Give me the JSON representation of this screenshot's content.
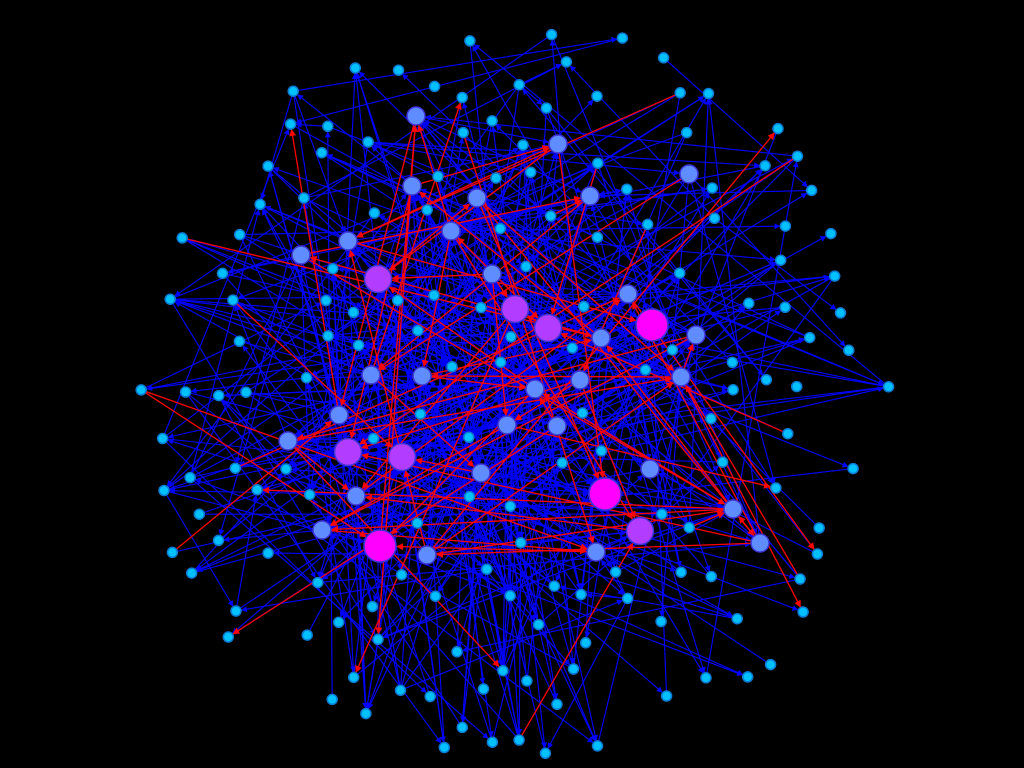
{
  "graph": {
    "background_color": "#000000",
    "edge_colors": {
      "default": "#0000ff",
      "highlighted": "#ff0000"
    },
    "node_colors": {
      "small": "#00c0ff",
      "medium": "#5f8cff",
      "large": "#b23cff",
      "hub": "#ff00ff",
      "outline": "#3e35d6"
    },
    "node_count": 200,
    "edge_count": 520,
    "red_edge_count": 90,
    "seed": 42
  }
}
